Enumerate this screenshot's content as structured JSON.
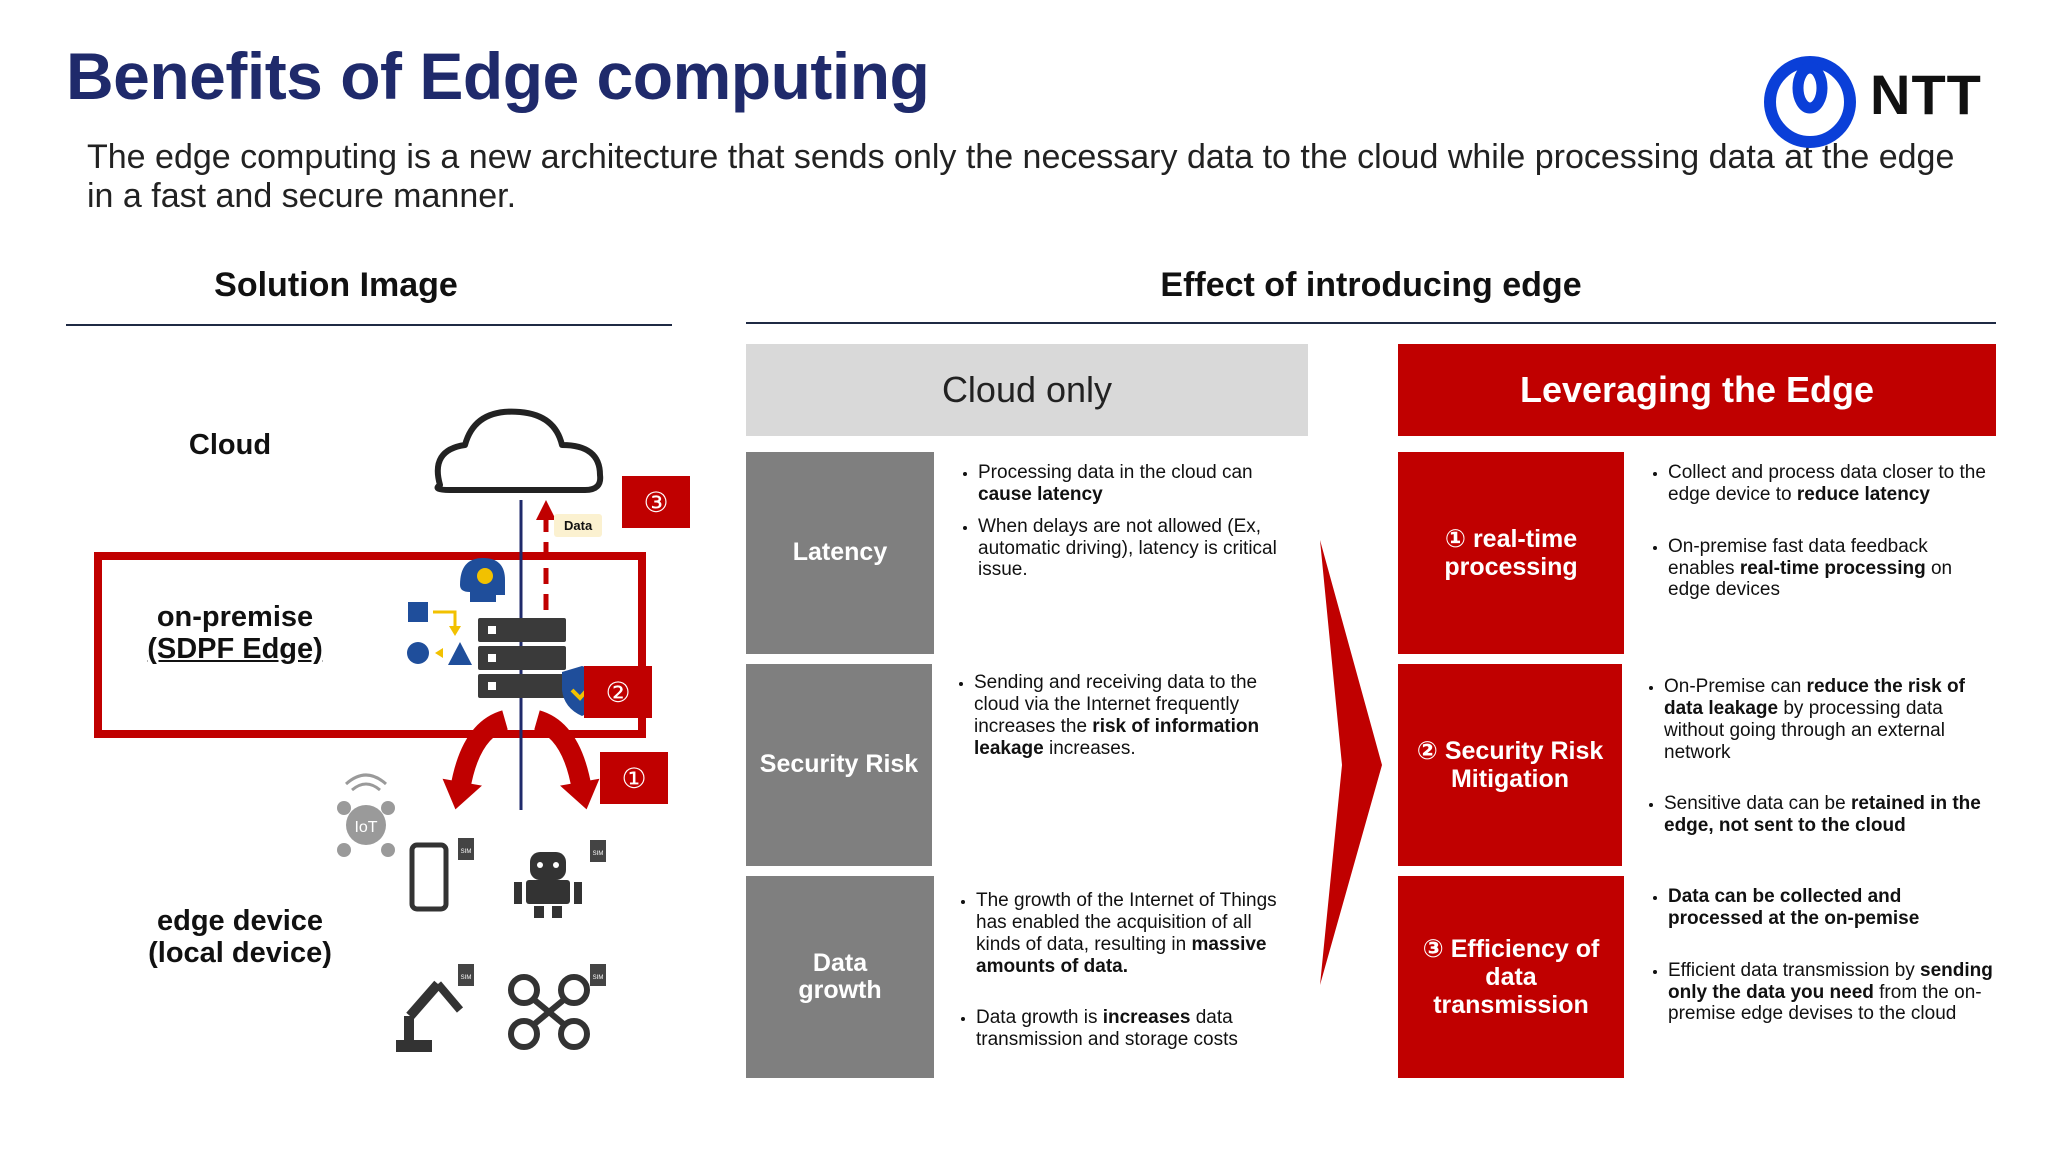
{
  "title": "Benefits of Edge computing",
  "subtitle": "The edge computing is a new architecture that sends only the necessary data to the cloud while processing data at the edge in a fast and secure manner.",
  "logo": {
    "text": "NTT",
    "color": "#0a3fd8"
  },
  "left_section": {
    "heading": "Solution Image",
    "labels": {
      "cloud": "Cloud",
      "onprem_line1": "on-premise",
      "onprem_line2": "(SDPF Edge)",
      "edge_line1": "edge device",
      "edge_line2": "(local device)",
      "data_tag": "Data",
      "iot": "IoT",
      "sim": "SIM"
    },
    "markers": [
      "③",
      "②",
      "①"
    ]
  },
  "right_section": {
    "heading": "Effect of introducing edge",
    "cloud_only": {
      "header": "Cloud only",
      "rows": [
        {
          "label": "Latency",
          "bullets": [
            {
              "pre": "Processing data in the cloud can ",
              "bold": "cause latency",
              "post": ""
            },
            {
              "pre": "When delays are not allowed (Ex, automatic driving), latency is critical issue.",
              "bold": "",
              "post": ""
            }
          ]
        },
        {
          "label": "Security Risk",
          "bullets": [
            {
              "pre": "Sending and receiving data to the cloud via the Internet frequently increases the ",
              "bold": "risk of information leakage",
              "post": " increases."
            }
          ]
        },
        {
          "label": "Data growth",
          "bullets": [
            {
              "pre": "The growth of the Internet of Things has enabled the acquisition of all kinds of data, resulting in ",
              "bold": "massive amounts of data.",
              "post": ""
            },
            {
              "pre": "Data growth is ",
              "bold": "increases",
              "post": " data transmission and storage costs"
            }
          ]
        }
      ]
    },
    "edge": {
      "header": "Leveraging the Edge",
      "rows": [
        {
          "label": "① real-time processing",
          "bullets": [
            {
              "pre": "Collect and process data closer to the edge device to ",
              "bold": "reduce latency",
              "post": ""
            },
            {
              "pre": "On-premise fast data feedback enables ",
              "bold": "real-time processing",
              "post": " on edge devices"
            }
          ]
        },
        {
          "label": "② Security Risk Mitigation",
          "bullets": [
            {
              "pre": "On-Premise can ",
              "bold": "reduce the risk of data leakage",
              "post": " by processing data without going through an external network"
            },
            {
              "pre": "Sensitive data can be ",
              "bold": "retained in the edge, not sent to the cloud",
              "post": ""
            }
          ]
        },
        {
          "label": "③ Efficiency of data transmission",
          "bullets": [
            {
              "pre": "",
              "bold": "Data can be collected and processed at the on-pemise",
              "post": ""
            },
            {
              "pre": "Efficient data transmission by ",
              "bold": "sending only the data you need",
              "post": " from the on-premise edge devises to the cloud"
            }
          ]
        }
      ]
    }
  },
  "colors": {
    "navy": "#1f2a6b",
    "red": "#c00000",
    "gray": "#7f7f7f",
    "light_gray": "#d9d9d9"
  }
}
